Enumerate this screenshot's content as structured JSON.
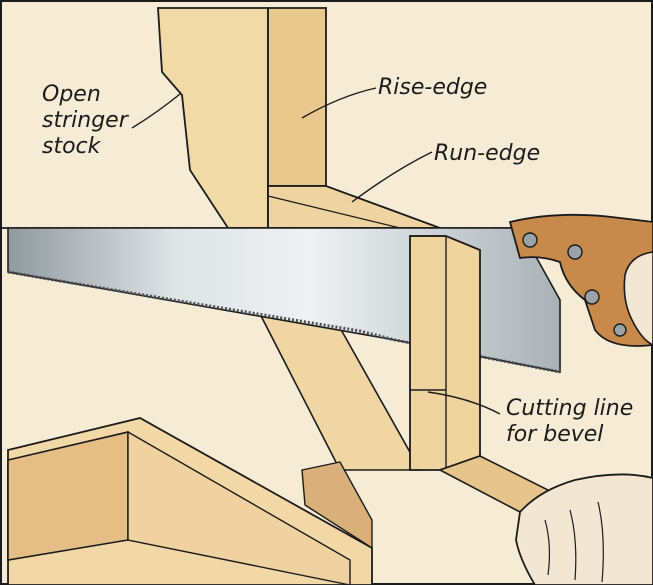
{
  "labels": {
    "open_stringer": [
      "Open",
      "stringer",
      "stock"
    ],
    "rise_edge": "Rise-edge",
    "run_edge": "Run-edge",
    "cutting_line": [
      "Cutting line",
      "for bevel"
    ]
  },
  "colors": {
    "background": "#f6ecd6",
    "wood_face": "#efd5a2",
    "wood_light": "#f3ddb0",
    "wood_edge": "#d9b079",
    "wood_dark": "#cfa36a",
    "saw_blade": "#b8c0c4",
    "saw_handle": "#c88a4a",
    "ink": "#1b1b1b"
  }
}
